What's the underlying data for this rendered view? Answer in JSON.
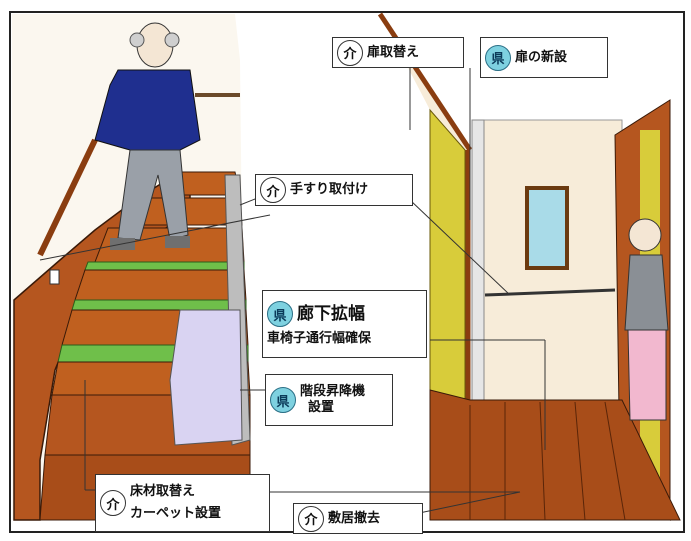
{
  "badges": {
    "kai": "介",
    "ken": "県"
  },
  "labels": {
    "door_replace": "扉取替え",
    "door_new": "扉の新設",
    "handrail": "手すり取付け",
    "corridor_title": "廊下拡幅",
    "corridor_sub": "車椅子通行幅確保",
    "stairlift_line1": "階段昇降機",
    "stairlift_line2": "設置",
    "floor_line1": "床材取替え",
    "floor_line2": "カーペット設置",
    "threshold": "敷居撤去"
  },
  "colors": {
    "kai_badge": "#ffffff",
    "ken_badge": "#7ed1e0",
    "wood": "#b5561f",
    "carpet": "#6fbf4a",
    "wall": "#f7ecd9",
    "sweater": "#1f2f8f",
    "door_yellow": "#d8cc3a"
  }
}
